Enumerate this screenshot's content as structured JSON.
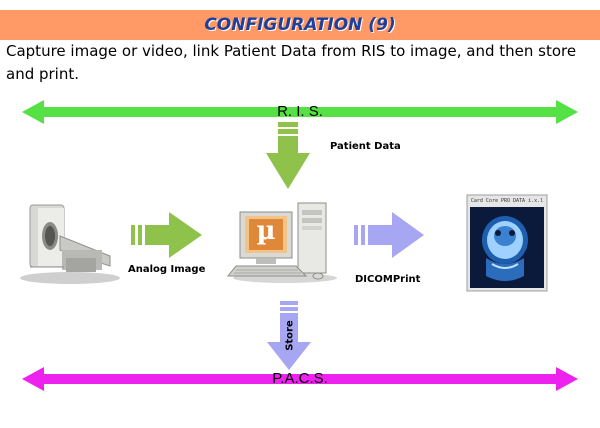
{
  "header": {
    "title": "CONFIGURATION (9)"
  },
  "description": "Capture image or video, link Patient Data from RIS to image, and then store and print.",
  "diagram": {
    "ris_label": "R. I. S.",
    "pacs_label": "P.A.C.S.",
    "patient_data_label": "Patient Data",
    "analog_image_label": "Analog Image",
    "dicom_print_label": "DICOMPrint",
    "store_label": "Store",
    "monitor_logo": "µ",
    "film_caption": "Card Core PRO DATA i.x.l",
    "colors": {
      "ris_bar": "#55e044",
      "pacs_bar": "#ee22ee",
      "green_arrow": "#8fc24a",
      "purple_arrow": "#a6a6f2",
      "banner": "#ff9966",
      "title": "#1f3f9a"
    }
  }
}
